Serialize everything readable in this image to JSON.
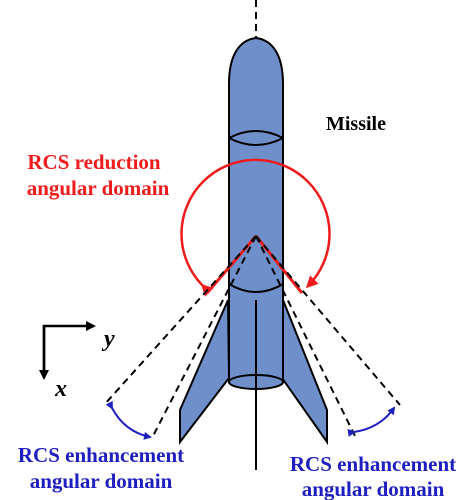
{
  "labels": {
    "missile": "Missile",
    "reduction_line1": "RCS reduction",
    "reduction_line2": "angular domain",
    "enh_left_line1": "RCS enhancement",
    "enh_left_line2": "angular domain",
    "enh_right_line1": "RCS enhancement",
    "enh_right_line2": "angular domain",
    "axis_x": "x",
    "axis_y": "y"
  },
  "colors": {
    "missile_fill": "#6f8fcb",
    "outline": "#000000",
    "reduction": "#ee1c1c",
    "enhancement": "#1f1fbf"
  }
}
